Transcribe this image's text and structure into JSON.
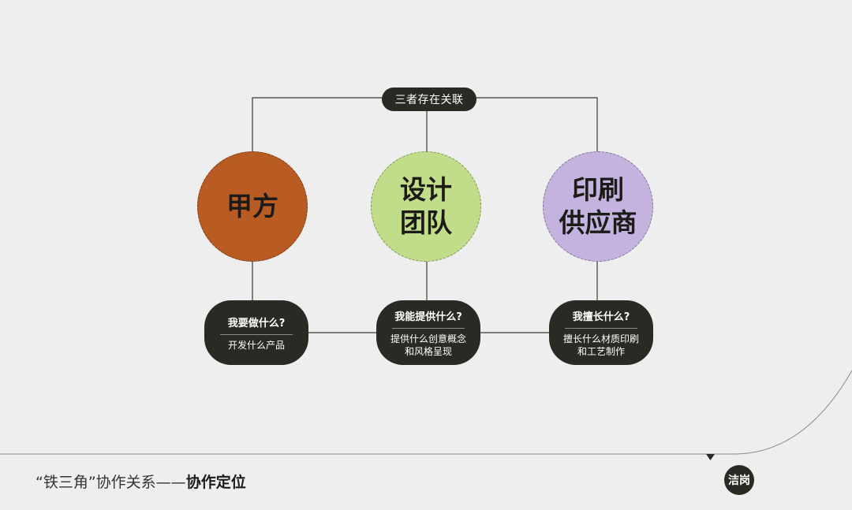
{
  "diagram": {
    "top_label": "三者存在关联",
    "nodes": [
      {
        "id": "client",
        "title_lines": [
          "甲方"
        ],
        "color": "#b85c24",
        "question": "我要做什么?",
        "answer_lines": [
          "开发什么产品"
        ]
      },
      {
        "id": "design",
        "title_lines": [
          "设计",
          "团队"
        ],
        "color": "#c2dd8a",
        "question": "我能提供什么?",
        "answer_lines": [
          "提供什么创意概念",
          "和风格呈现"
        ]
      },
      {
        "id": "print",
        "title_lines": [
          "印刷",
          "供应商"
        ],
        "color": "#c3b3de",
        "question": "我擅长什么?",
        "answer_lines": [
          "擅长什么材质印刷",
          "和工艺制作"
        ]
      }
    ]
  },
  "footer": {
    "title_prefix": "“铁三角”协作关系——",
    "title_bold": "协作定位",
    "logo_text": "洁岗"
  },
  "colors": {
    "background": "#eeeeee",
    "dark": "#2b2924"
  }
}
